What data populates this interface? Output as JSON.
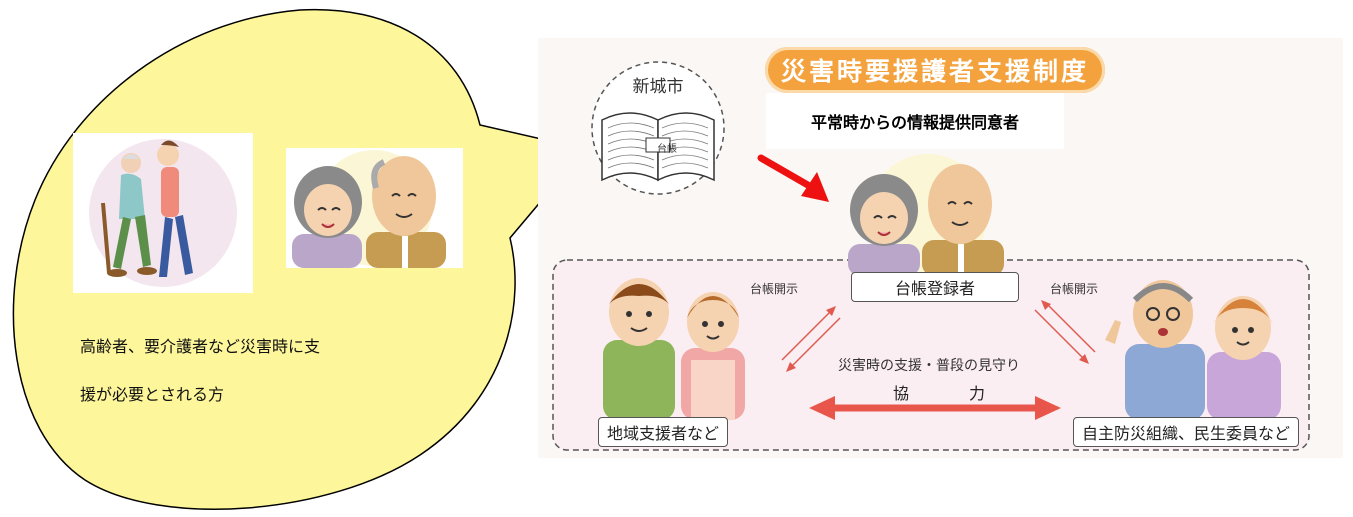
{
  "speech_bubble": {
    "line1": "高齢者、要介護者など災害時に支",
    "line2": "援が必要とされる方"
  },
  "diagram": {
    "title": "災害時要援護者支援制度",
    "city_label": "新城市",
    "book_label": "台帳",
    "consent_label": "平常時からの情報提供同意者",
    "registrant_label": "台帳登録者",
    "disclosure_left": "台帳開示",
    "disclosure_right": "台帳開示",
    "support_text": "災害時の支援・普段の見守り",
    "cooperation_label": "協　力",
    "left_group_label": "地域支援者など",
    "right_group_label": "自主防災組織、民生委員など"
  },
  "colors": {
    "bubble_fill": "#fdf69a",
    "title_banner": "#f3a23e",
    "red_arrow": "#ee1111",
    "cooperation_arrow": "#e8554a",
    "dashed_region": "#fbeef3"
  }
}
